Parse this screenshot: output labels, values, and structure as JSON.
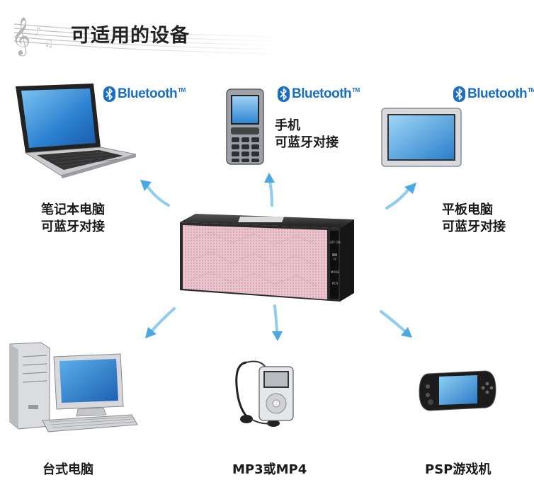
{
  "title": "可适用的设备",
  "bluetooth_text": "Bluetooth",
  "bluetooth_tm": "TM",
  "devices": {
    "laptop": {
      "line1": "笔记本电脑",
      "line2": "可蓝牙对接"
    },
    "phone": {
      "line1": "手机",
      "line2": "可蓝牙对接"
    },
    "tablet": {
      "line1": "平板电脑",
      "line2": "可蓝牙对接"
    },
    "desktop": {
      "line1": "台式电脑"
    },
    "mp3": {
      "line1": "MP3或MP4"
    },
    "psp": {
      "line1": "PSP游戏机"
    }
  },
  "speaker_buttons": [
    "OFF ON",
    "TF",
    "MODE",
    "RCR"
  ],
  "colors": {
    "bluetooth": "#1a6fc0",
    "arrow": "#5bb6ea",
    "speaker_grille": "#e8b9c6",
    "speaker_body": "#2a2a2a"
  }
}
